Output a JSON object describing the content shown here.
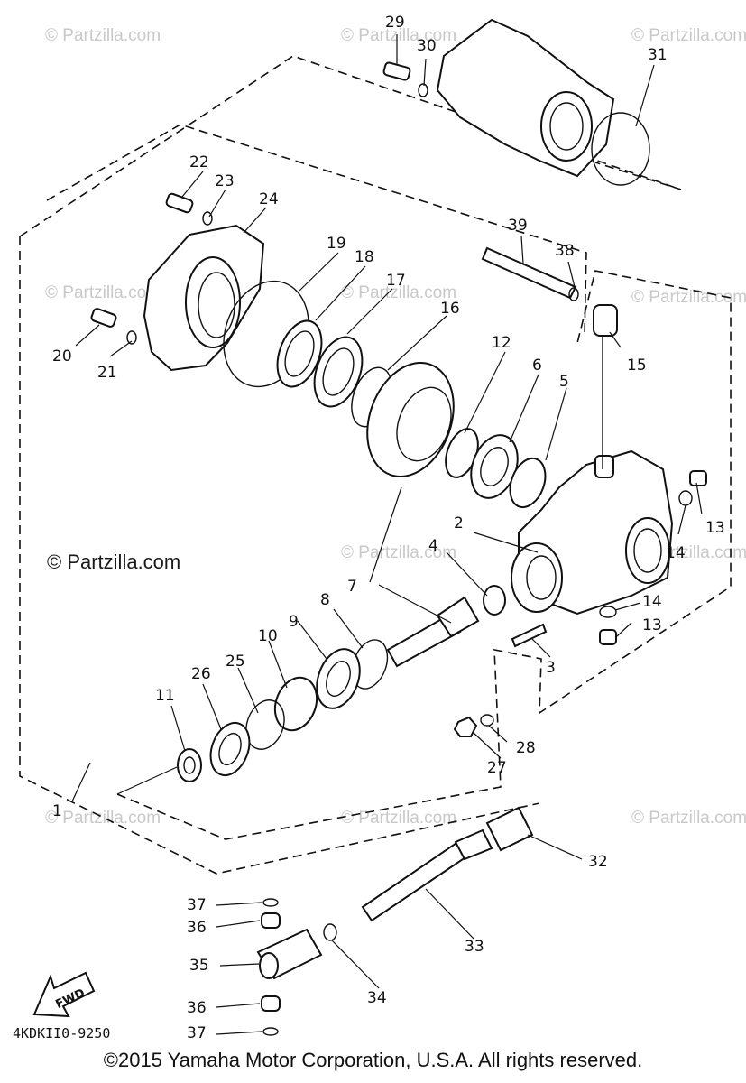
{
  "watermarks": {
    "repeat_text": "© Partzilla.com",
    "center_text": "© Partzilla.com"
  },
  "diagram_code": "4KDKII0-9250",
  "fwd_label": "FWD",
  "copyright": "©2015 Yamaha Motor Corporation, U.S.A. All rights reserved.",
  "callouts": {
    "c1": "1",
    "c2": "2",
    "c3": "3",
    "c4": "4",
    "c5": "5",
    "c6": "6",
    "c7": "7",
    "c8": "8",
    "c9": "9",
    "c10": "10",
    "c11": "11",
    "c12": "12",
    "c13a": "13",
    "c13b": "13",
    "c14a": "14",
    "c14b": "14",
    "c15": "15",
    "c16": "16",
    "c17": "17",
    "c18": "18",
    "c19": "19",
    "c20": "20",
    "c21": "21",
    "c22": "22",
    "c23": "23",
    "c24": "24",
    "c25": "25",
    "c26": "26",
    "c27": "27",
    "c28": "28",
    "c29": "29",
    "c30": "30",
    "c31": "31",
    "c32": "32",
    "c33": "33",
    "c34": "34",
    "c35": "35",
    "c36a": "36",
    "c36b": "36",
    "c37a": "37",
    "c37b": "37",
    "c38": "38",
    "c39": "39"
  }
}
